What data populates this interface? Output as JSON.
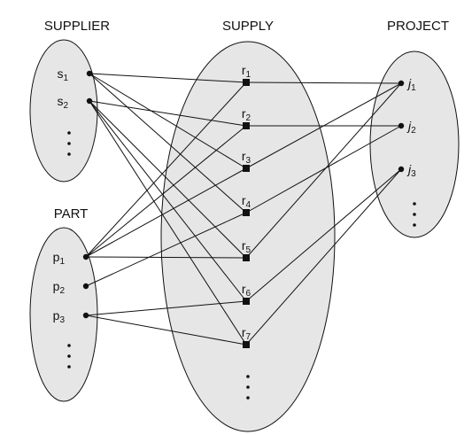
{
  "sets": {
    "supplier": {
      "title": "SUPPLIER"
    },
    "supply": {
      "title": "SUPPLY"
    },
    "project": {
      "title": "PROJECT"
    },
    "part": {
      "title": "PART"
    }
  },
  "nodes": [
    {
      "id": "s1",
      "base": "s",
      "sub": "1",
      "kind": "entity"
    },
    {
      "id": "s2",
      "base": "s",
      "sub": "2",
      "kind": "entity"
    },
    {
      "id": "p1",
      "base": "p",
      "sub": "1",
      "kind": "entity"
    },
    {
      "id": "p2",
      "base": "p",
      "sub": "2",
      "kind": "entity"
    },
    {
      "id": "p3",
      "base": "p",
      "sub": "3",
      "kind": "entity"
    },
    {
      "id": "r1",
      "base": "r",
      "sub": "1",
      "kind": "relationship"
    },
    {
      "id": "r2",
      "base": "r",
      "sub": "2",
      "kind": "relationship"
    },
    {
      "id": "r3",
      "base": "r",
      "sub": "3",
      "kind": "relationship"
    },
    {
      "id": "r4",
      "base": "r",
      "sub": "4",
      "kind": "relationship"
    },
    {
      "id": "r5",
      "base": "r",
      "sub": "5",
      "kind": "relationship"
    },
    {
      "id": "r6",
      "base": "r",
      "sub": "6",
      "kind": "relationship"
    },
    {
      "id": "r7",
      "base": "r",
      "sub": "7",
      "kind": "relationship"
    },
    {
      "id": "j1",
      "base": "j",
      "sub": "1",
      "kind": "entity"
    },
    {
      "id": "j2",
      "base": "j",
      "sub": "2",
      "kind": "entity"
    },
    {
      "id": "j3",
      "base": "j",
      "sub": "3",
      "kind": "entity"
    }
  ],
  "edges": [
    [
      "s1",
      "r1"
    ],
    [
      "s1",
      "r3"
    ],
    [
      "s1",
      "r4"
    ],
    [
      "s2",
      "r2"
    ],
    [
      "s2",
      "r5"
    ],
    [
      "s2",
      "r6"
    ],
    [
      "s2",
      "r7"
    ],
    [
      "p1",
      "r1"
    ],
    [
      "p1",
      "r2"
    ],
    [
      "p1",
      "r3"
    ],
    [
      "p1",
      "r5"
    ],
    [
      "p2",
      "r4"
    ],
    [
      "p3",
      "r6"
    ],
    [
      "p3",
      "r7"
    ],
    [
      "r1",
      "j1"
    ],
    [
      "r2",
      "j2"
    ],
    [
      "r3",
      "j1"
    ],
    [
      "r4",
      "j2"
    ],
    [
      "r5",
      "j1"
    ],
    [
      "r6",
      "j3"
    ],
    [
      "r7",
      "j3"
    ]
  ]
}
